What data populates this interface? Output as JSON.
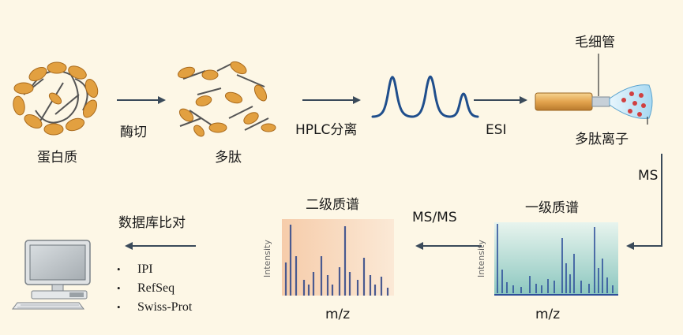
{
  "labels": {
    "protein": "蛋白质",
    "digestion": "酶切",
    "peptides": "多肽",
    "hplc": "HPLC分离",
    "esi": "ESI",
    "capillary": "毛细管",
    "peptide_ions": "多肽离子",
    "ms": "MS",
    "ms1": "一级质谱",
    "msms": "MS/MS",
    "ms2": "二级质谱",
    "database_search": "数据库比对",
    "mz_ms1": "m/z",
    "mz_ms2": "m/z",
    "intensity_ms1": "Intensity",
    "intensity_ms2": "Intensity"
  },
  "databases": [
    "IPI",
    "RefSeq",
    "Swiss-Prot"
  ],
  "colors": {
    "background": "#fdf7e6",
    "arrow": "#3a4a5a",
    "chromatogram": "#1f4e8c",
    "protein_coil": "#e2a040",
    "ms1_peaks": "#2e4f9a",
    "ms2_peaks": "#4a5a90",
    "ion_dots": "#d04040"
  },
  "icons": [
    "protein-structure-icon",
    "peptide-fragments-icon",
    "capillary-emitter-icon",
    "computer-icon"
  ]
}
